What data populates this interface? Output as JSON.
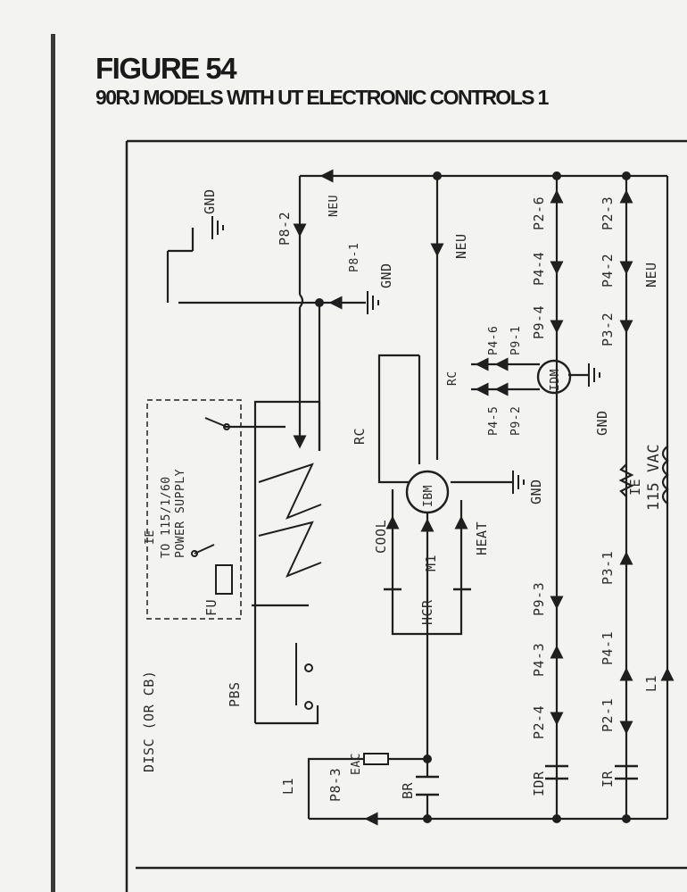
{
  "figure": {
    "title": "FIGURE 54",
    "subtitle": "90RJ MODELS WITH UT ELECTRONIC CONTROLS 1"
  },
  "labels": {
    "disc": "DISC (OR CB)",
    "power_supply_1": "TO 115/1/60",
    "power_supply_2": "POWER SUPPLY",
    "ie_top": "IE",
    "fu": "FU",
    "pbs": "PBS",
    "l1_left": "L1",
    "p8_3": "P8-3",
    "eac": "EAC",
    "br": "BR",
    "p8_2": "P8-2",
    "p8_1": "P8-1",
    "gnd_top": "GND",
    "gnd_p8": "GND",
    "neu_top": "NEU",
    "neu_ibm": "NEU",
    "rc_left": "RC",
    "cool": "COOL",
    "m1": "M1",
    "heat": "HEAT",
    "hcr": "HCR",
    "ibm": "IBM",
    "gnd_ibm": "GND",
    "rc_idm": "RC",
    "p4_6": "P4-6",
    "p9_1": "P9-1",
    "p4_5": "P4-5",
    "p9_2": "P9-2",
    "idm": "IDM",
    "gnd_idm": "GND",
    "p9_4": "P9-4",
    "p4_4": "P4-4",
    "p2_6": "P2-6",
    "p9_3": "P9-3",
    "p4_3": "P4-3",
    "p2_4": "P2-4",
    "idr": "IDR",
    "p3_2": "P3-2",
    "p4_2": "P4-2",
    "p2_3": "P2-3",
    "neu_right": "NEU",
    "ie_right": "IE",
    "vac": "115 VAC",
    "p3_1": "P3-1",
    "l1_right": "L1",
    "p4_1": "P4-1",
    "p2_1": "P2-1",
    "ir": "IR"
  },
  "colors": {
    "line": "#1f1f1f",
    "paper": "#f3f3f1"
  }
}
